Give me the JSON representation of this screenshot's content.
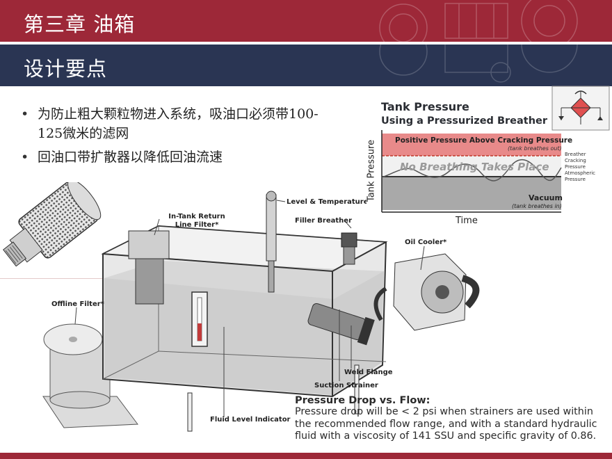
{
  "header": {
    "chapter_title": "第三章 油箱",
    "section_title": "设计要点"
  },
  "bullets": [
    "为防止粗大颗粒物进入系统，吸油口必须带100-125微米的滤网",
    "回油口带扩散器以降低回油流速"
  ],
  "pressure_chart": {
    "title_line1": "Tank Pressure",
    "title_line2": "Using a Pressurized Breather",
    "positive_label": "Positive Pressure Above Cracking Pressure",
    "positive_sub": "(tank breathes out)",
    "no_breathing": "No Breathing Takes Place",
    "vacuum_label": "Vacuum",
    "vacuum_sub": "(tank breathes in)",
    "ylabel": "Tank Pressure",
    "xlabel": "Time",
    "side_label_1": "Breather Cracking Pressure",
    "side_label_2": "Atmospheric Pressure"
  },
  "diagram_labels": {
    "level_temp": "Level & Temperature",
    "in_tank_filter": "In-Tank Return Line Filter*",
    "filler_breather": "Filler Breather",
    "oil_cooler": "Oil Cooler*",
    "offline_filter": "Offline Filter*",
    "weld_flange": "Weld Flange",
    "suction_strainer": "Suction Strainer",
    "fluid_level": "Fluid Level Indicator"
  },
  "note": {
    "heading": "Pressure Drop vs. Flow:",
    "body": "Pressure drop will be < 2 psi when strainers are used within the recommended flow range, and with a standard hydraulic fluid with a viscosity of 141 SSU and specific gravity of 0.86."
  },
  "colors": {
    "header_red": "#9d2838",
    "header_navy": "#2a3553"
  }
}
